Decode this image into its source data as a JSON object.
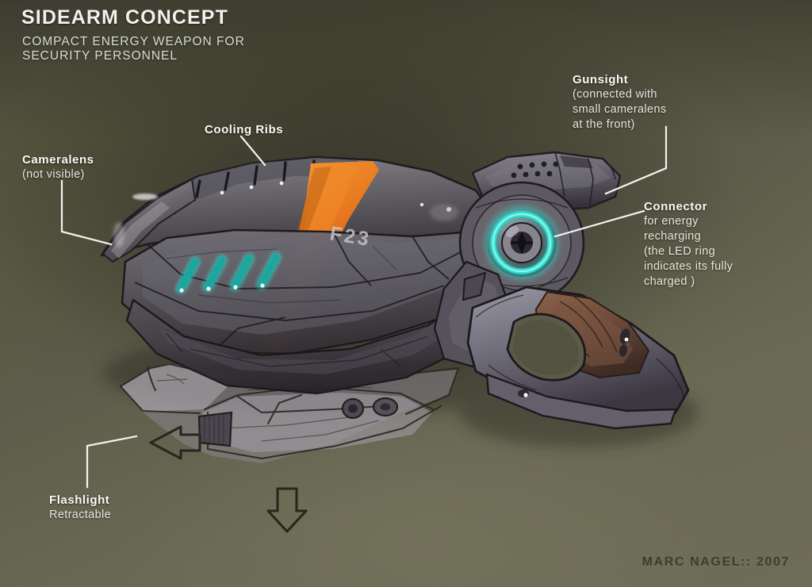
{
  "document": {
    "title": "SIDEARM CONCEPT",
    "subtitle": "COMPACT ENERGY WEAPON FOR\nSECURITY PERSONNEL",
    "signature": "MARC NAGEL:: 2007",
    "body_marking": "F23"
  },
  "callouts": [
    {
      "id": "cameralens",
      "head": "Cameralens",
      "body": "(not visible)"
    },
    {
      "id": "cooling-ribs",
      "head": "Cooling Ribs",
      "body": ""
    },
    {
      "id": "gunsight",
      "head": "Gunsight",
      "body": "(connected with\nsmall cameralens\nat the front)"
    },
    {
      "id": "connector",
      "head": "Connector",
      "body": "for energy\nrecharging\n(the LED ring\nindicates its fully\ncharged )"
    },
    {
      "id": "flashlight",
      "head": "Flashlight",
      "body": "Retractable"
    }
  ],
  "colors": {
    "background_top": "#4e4d3e",
    "background_bottom": "#6e6d57",
    "text_primary": "#f2f1ec",
    "text_secondary": "#ddded6",
    "signature": "#3c3c30",
    "accent_orange": "#e87820",
    "accent_teal": "#1aa89e",
    "led_ring": "#2ee0d0",
    "body_metal": "#6f6c70",
    "grip_leather": "#6b4a3a",
    "sketch_ink": "#2b2722"
  }
}
